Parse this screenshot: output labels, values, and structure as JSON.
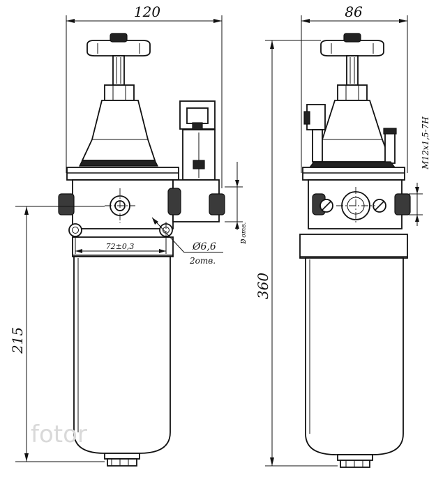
{
  "dimensions": {
    "front_width": "120",
    "side_width": "86",
    "front_height": "215",
    "total_height": "360",
    "hole_spacing": "72±0,3",
    "hole_diameter": "Ø6,6",
    "hole_count": "2отв.",
    "thread": "M12x1,5-7H",
    "small_dim_1": "2 отв.",
    "small_dim_2": "D"
  },
  "watermark": "fotor",
  "colors": {
    "line": "#111111",
    "background": "#ffffff",
    "watermark": "#d9d9d9"
  }
}
